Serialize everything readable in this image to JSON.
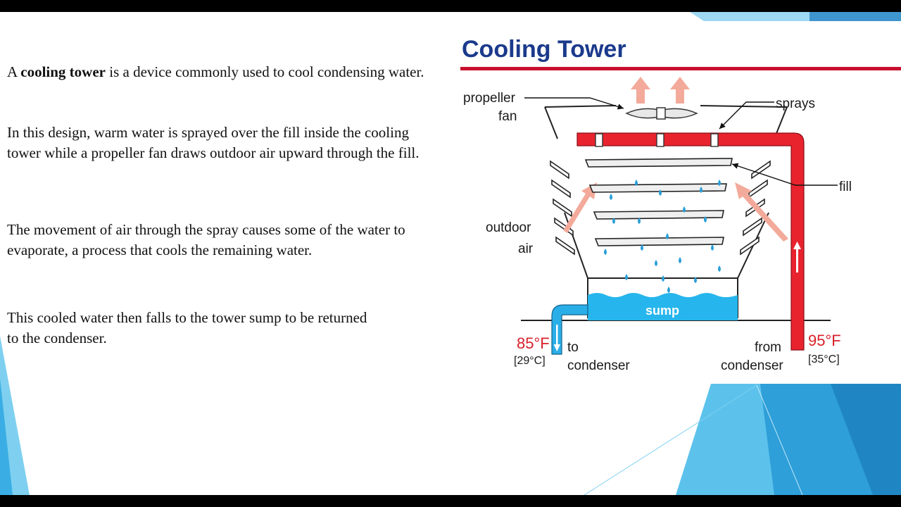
{
  "text": {
    "p1_prefix": "A ",
    "p1_bold": "cooling tower",
    "p1_rest": " is a device commonly used to cool condensing water.",
    "p2": "In this design, warm water is sprayed over the fill inside the cooling tower while a propeller fan draws outdoor air upward through the fill.",
    "p3": "The movement of air through the spray causes some of the water to evaporate, a process that cools the remaining water.",
    "p4": "This cooled water then falls to the tower sump to be returned to the condenser."
  },
  "diagram": {
    "title": "Cooling Tower",
    "labels": {
      "fan_line1": "propeller",
      "fan_line2": "fan",
      "sprays": "sprays",
      "fill": "fill",
      "air_line1": "outdoor",
      "air_line2": "air",
      "sump": "sump",
      "to_line1": "to",
      "to_line2": "condenser",
      "from_line1": "from",
      "from_line2": "condenser"
    },
    "temps": {
      "cold_f": "85°F",
      "cold_c": "[29°C]",
      "hot_f": "95°F",
      "hot_c": "[35°C]"
    }
  },
  "colors": {
    "title": "#1b3a8c",
    "rule": "#c8102e",
    "hot_pipe": "#e8232e",
    "cold_pipe": "#29aee8",
    "sump": "#26b5ec",
    "drop": "#2a9fd8",
    "air_arrow": "#f3aa9a"
  }
}
